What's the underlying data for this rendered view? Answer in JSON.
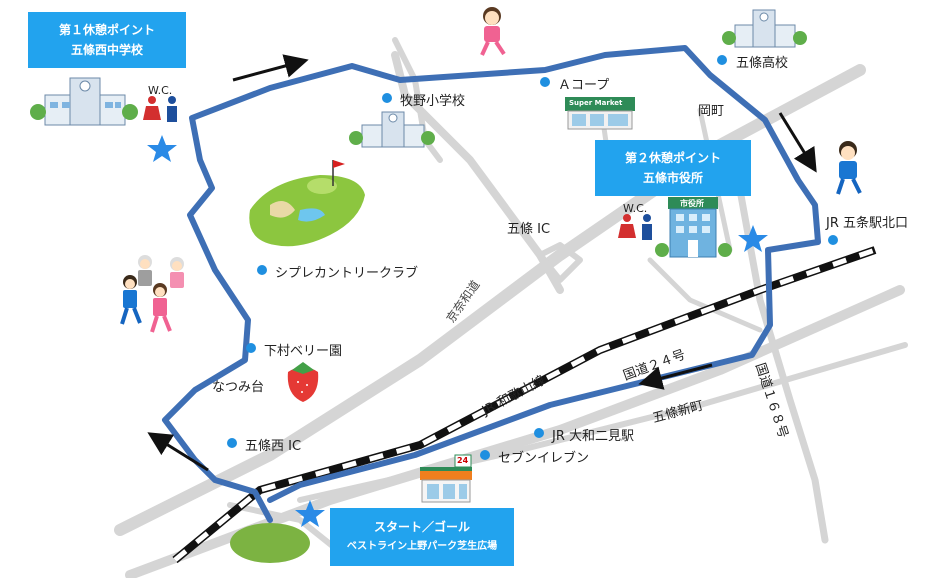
{
  "rest_point_1": {
    "title": "第１休憩ポイント",
    "name": "五條西中学校"
  },
  "rest_point_2": {
    "title": "第２休憩ポイント",
    "name": "五條市役所"
  },
  "start_goal": {
    "title": "スタート／ゴール",
    "name": "ベストライン上野パーク芝生広場"
  },
  "restroom_label": "W.C.",
  "supermarket_sign": "Super Market",
  "city_office_sign": "市役所",
  "seven_eleven_sign": "24",
  "places": {
    "gojo_high": "五條高校",
    "a_coop": "Ａコープ",
    "makino_elementary": "牧野小学校",
    "okamachi": "岡町",
    "jr_gojo_north": "JR 五条駅北口",
    "gojo_ic": "五條 IC",
    "cyprus_country_club": "シプレカントリークラブ",
    "shimomura_berry": "下村ベリー園",
    "natsumidai": "なつみ台",
    "gojo_nishi_ic": "五條西 IC",
    "jr_yamato_futami": "JR 大和二見駅",
    "seven_eleven": "セブンイレブン"
  },
  "roads": {
    "keina": "京奈和道",
    "jr_wakayama": "JR 和歌山線",
    "route24": "国道２４号",
    "gojo_shinmachi": "五條新町",
    "route168": "国道１６８号"
  },
  "colors": {
    "route_line": "#3e6fb5",
    "label_box": "#22a3ee",
    "roads": "#d2d2d2",
    "place_dot": "#1f8fe0",
    "star": "#2a8ae6",
    "arrow": "#111111"
  }
}
